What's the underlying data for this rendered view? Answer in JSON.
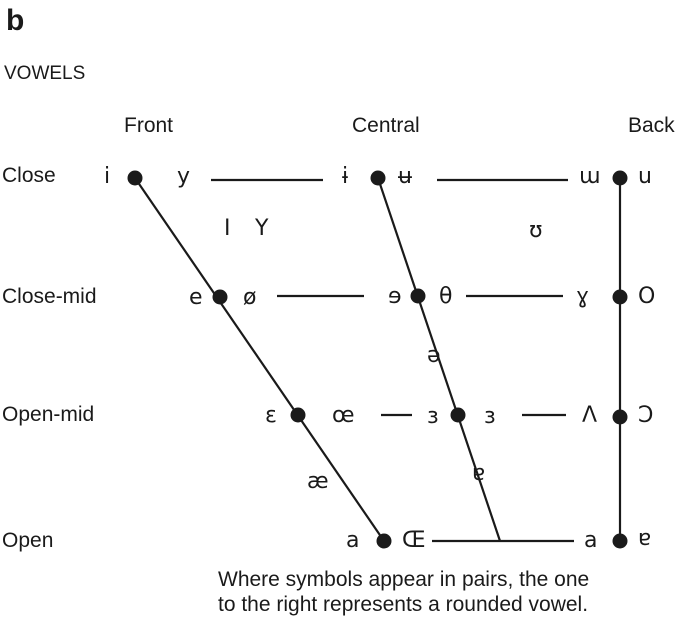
{
  "panel_label": "b",
  "heading": "VOWELS",
  "columns": {
    "front": "Front",
    "central": "Central",
    "back": "Back"
  },
  "rows": {
    "close": "Close",
    "close_mid": "Close-mid",
    "open_mid": "Open-mid",
    "open": "Open"
  },
  "symbols": {
    "close_front_unrounded": "i",
    "close_front_rounded": "y",
    "close_central_unrounded": "ɨ",
    "close_central_rounded": "ʉ",
    "close_back_unrounded": "ɯ",
    "close_back_rounded": "u",
    "near_close_front_unrounded": "I",
    "near_close_front_rounded": "Y",
    "near_close_back_rounded": "ʊ",
    "close_mid_front_unrounded": "e",
    "close_mid_front_rounded": "ø",
    "close_mid_central_unrounded": "ɘ",
    "close_mid_central_rounded": "θ",
    "close_mid_back_unrounded": "ɣ",
    "close_mid_back_rounded": "O",
    "mid_central": "ə",
    "open_mid_front_unrounded": "ε",
    "open_mid_front_rounded": "œ",
    "open_mid_central_unrounded": "з",
    "open_mid_central_rounded": "з",
    "open_mid_back_unrounded": "Λ",
    "open_mid_back_rounded": "Ↄ",
    "near_open_front": "æ",
    "near_open_central": "ɐ",
    "open_front_unrounded": "a",
    "open_front_rounded": "Œ",
    "open_back_unrounded": "a",
    "open_back_rounded": "ɐ"
  },
  "footnote": {
    "line1": "Where symbols appear in pairs, the one",
    "line2": "to the right represents a rounded vowel."
  }
}
